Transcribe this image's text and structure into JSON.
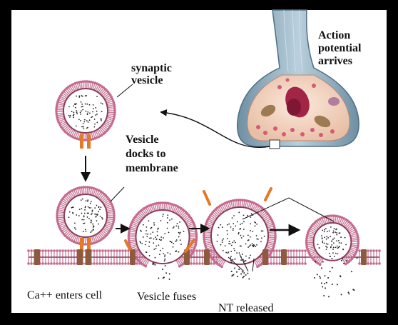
{
  "labels": {
    "action_potential": [
      "Action",
      "potential",
      "arrives"
    ],
    "synaptic_vesicle": [
      "synaptic",
      "vesicle"
    ],
    "vesicle_docks": [
      "Vesicle",
      "docks to",
      "membrane"
    ],
    "ca_enters": "Ca++ enters cell",
    "vesicle_fuses": "Vesicle fuses",
    "nt_released": "NT released"
  },
  "colors": {
    "frame": "#000000",
    "panel": "#ffffff",
    "membrane_pink": "#c46a8e",
    "membrane_lipid": "#c97f9b",
    "membrane_core": "#8a3c5c",
    "channel_orange": "#e27a2a",
    "channel_brown": "#8c5a3c",
    "neuron_blue": "#9fb7c6",
    "terminal_tan": "#f3d9c6"
  },
  "icons": [
    "arrow-down-icon",
    "arrow-right-icon",
    "curved-arrow-icon"
  ]
}
